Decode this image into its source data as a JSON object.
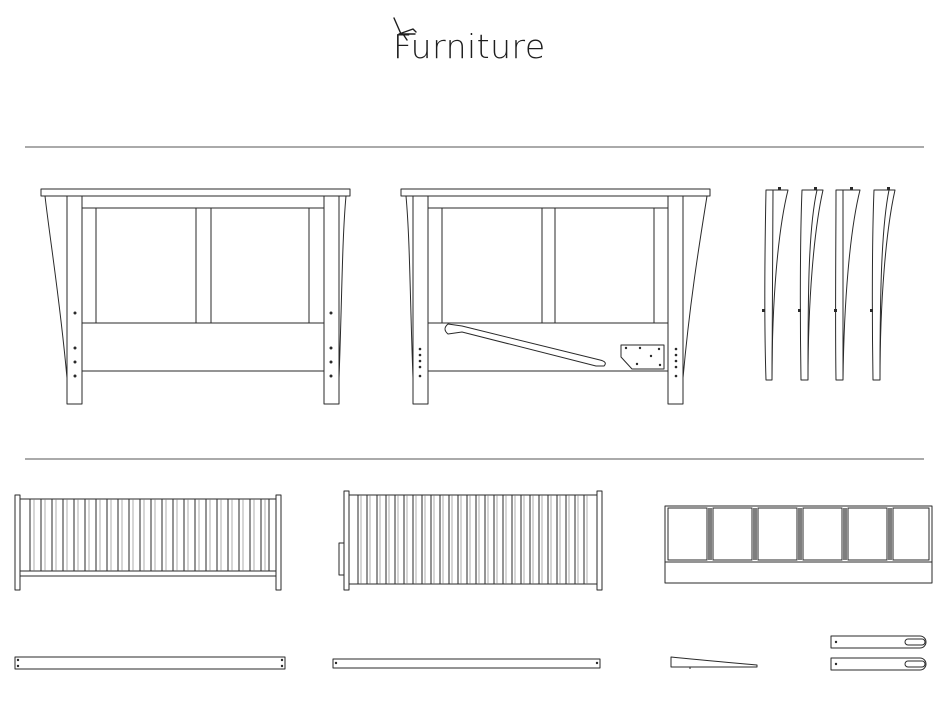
{
  "brand": {
    "name": "Furniture",
    "logo_icon": "lounge-chair-icon"
  },
  "colors": {
    "background": "#ffffff",
    "line": "#2a2a2a",
    "rule": "#555555"
  },
  "sections": [
    {
      "id": "ends",
      "parts": [
        "headboard-front-view",
        "headboard-rear-view",
        "curved-legs"
      ]
    },
    {
      "id": "frame",
      "parts": [
        "back-panel-slats",
        "seat-deck-slats",
        "storage-drawer-front",
        "front-rail",
        "rear-rail",
        "support-wedge",
        "slotted-brackets"
      ]
    }
  ]
}
